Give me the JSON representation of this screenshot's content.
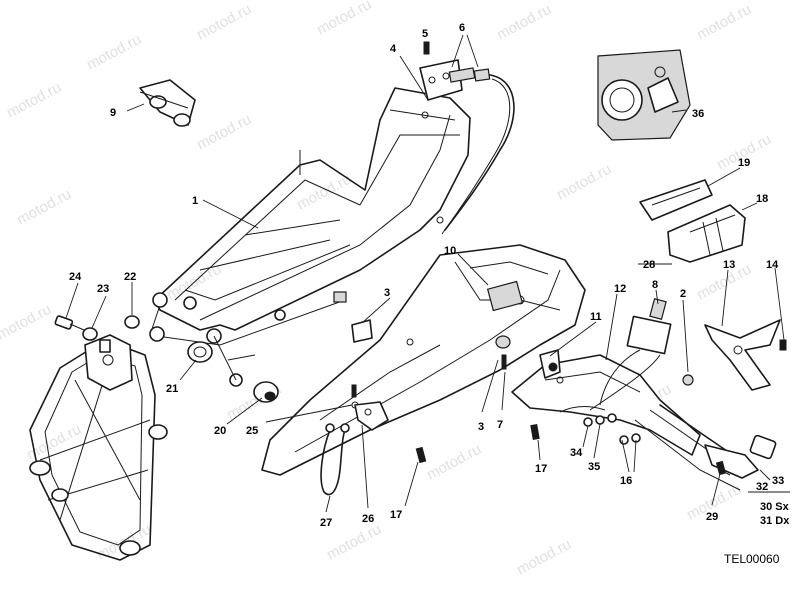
{
  "watermark": "motod.ru",
  "reference_code": "TEL00060",
  "callouts": {
    "c1": "1",
    "c2": "2",
    "c3a": "3",
    "c3b": "3",
    "c4": "4",
    "c5": "5",
    "c6": "6",
    "c7": "7",
    "c8": "8",
    "c9": "9",
    "c10": "10",
    "c11": "11",
    "c12": "12",
    "c13": "13",
    "c14": "14",
    "c16": "16",
    "c17a": "17",
    "c17b": "17",
    "c18": "18",
    "c19": "19",
    "c20": "20",
    "c21": "21",
    "c22": "22",
    "c23": "23",
    "c24": "24",
    "c25": "25",
    "c26": "26",
    "c27": "27",
    "c28": "28",
    "c29": "29",
    "c30": "30 Sx",
    "c31": "31 Dx",
    "c32": "32",
    "c33": "33",
    "c34": "34",
    "c35": "35",
    "c36": "36"
  }
}
